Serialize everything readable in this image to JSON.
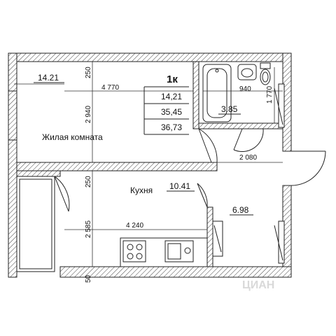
{
  "apartment_type": "1к",
  "summary_areas": [
    "14,21",
    "35,45",
    "36,73"
  ],
  "rooms": {
    "living": {
      "name": "Жилая комната",
      "area": "14.21"
    },
    "kitchen": {
      "name": "Кухня",
      "area": "10.41"
    },
    "bathroom": {
      "area": "3.85"
    },
    "hall": {
      "area": "6.98"
    }
  },
  "dimensions": {
    "living_width": "4 770",
    "living_depth": "2 940",
    "top_offset": "250",
    "bath_width": "940",
    "bath_depth": "1 770",
    "hall_width": "2 080",
    "kitchen_offset": "250",
    "kitchen_depth": "2 585",
    "kitchen_width": "4 240",
    "bottom_offset": "50"
  },
  "watermark": "ЦИАН"
}
